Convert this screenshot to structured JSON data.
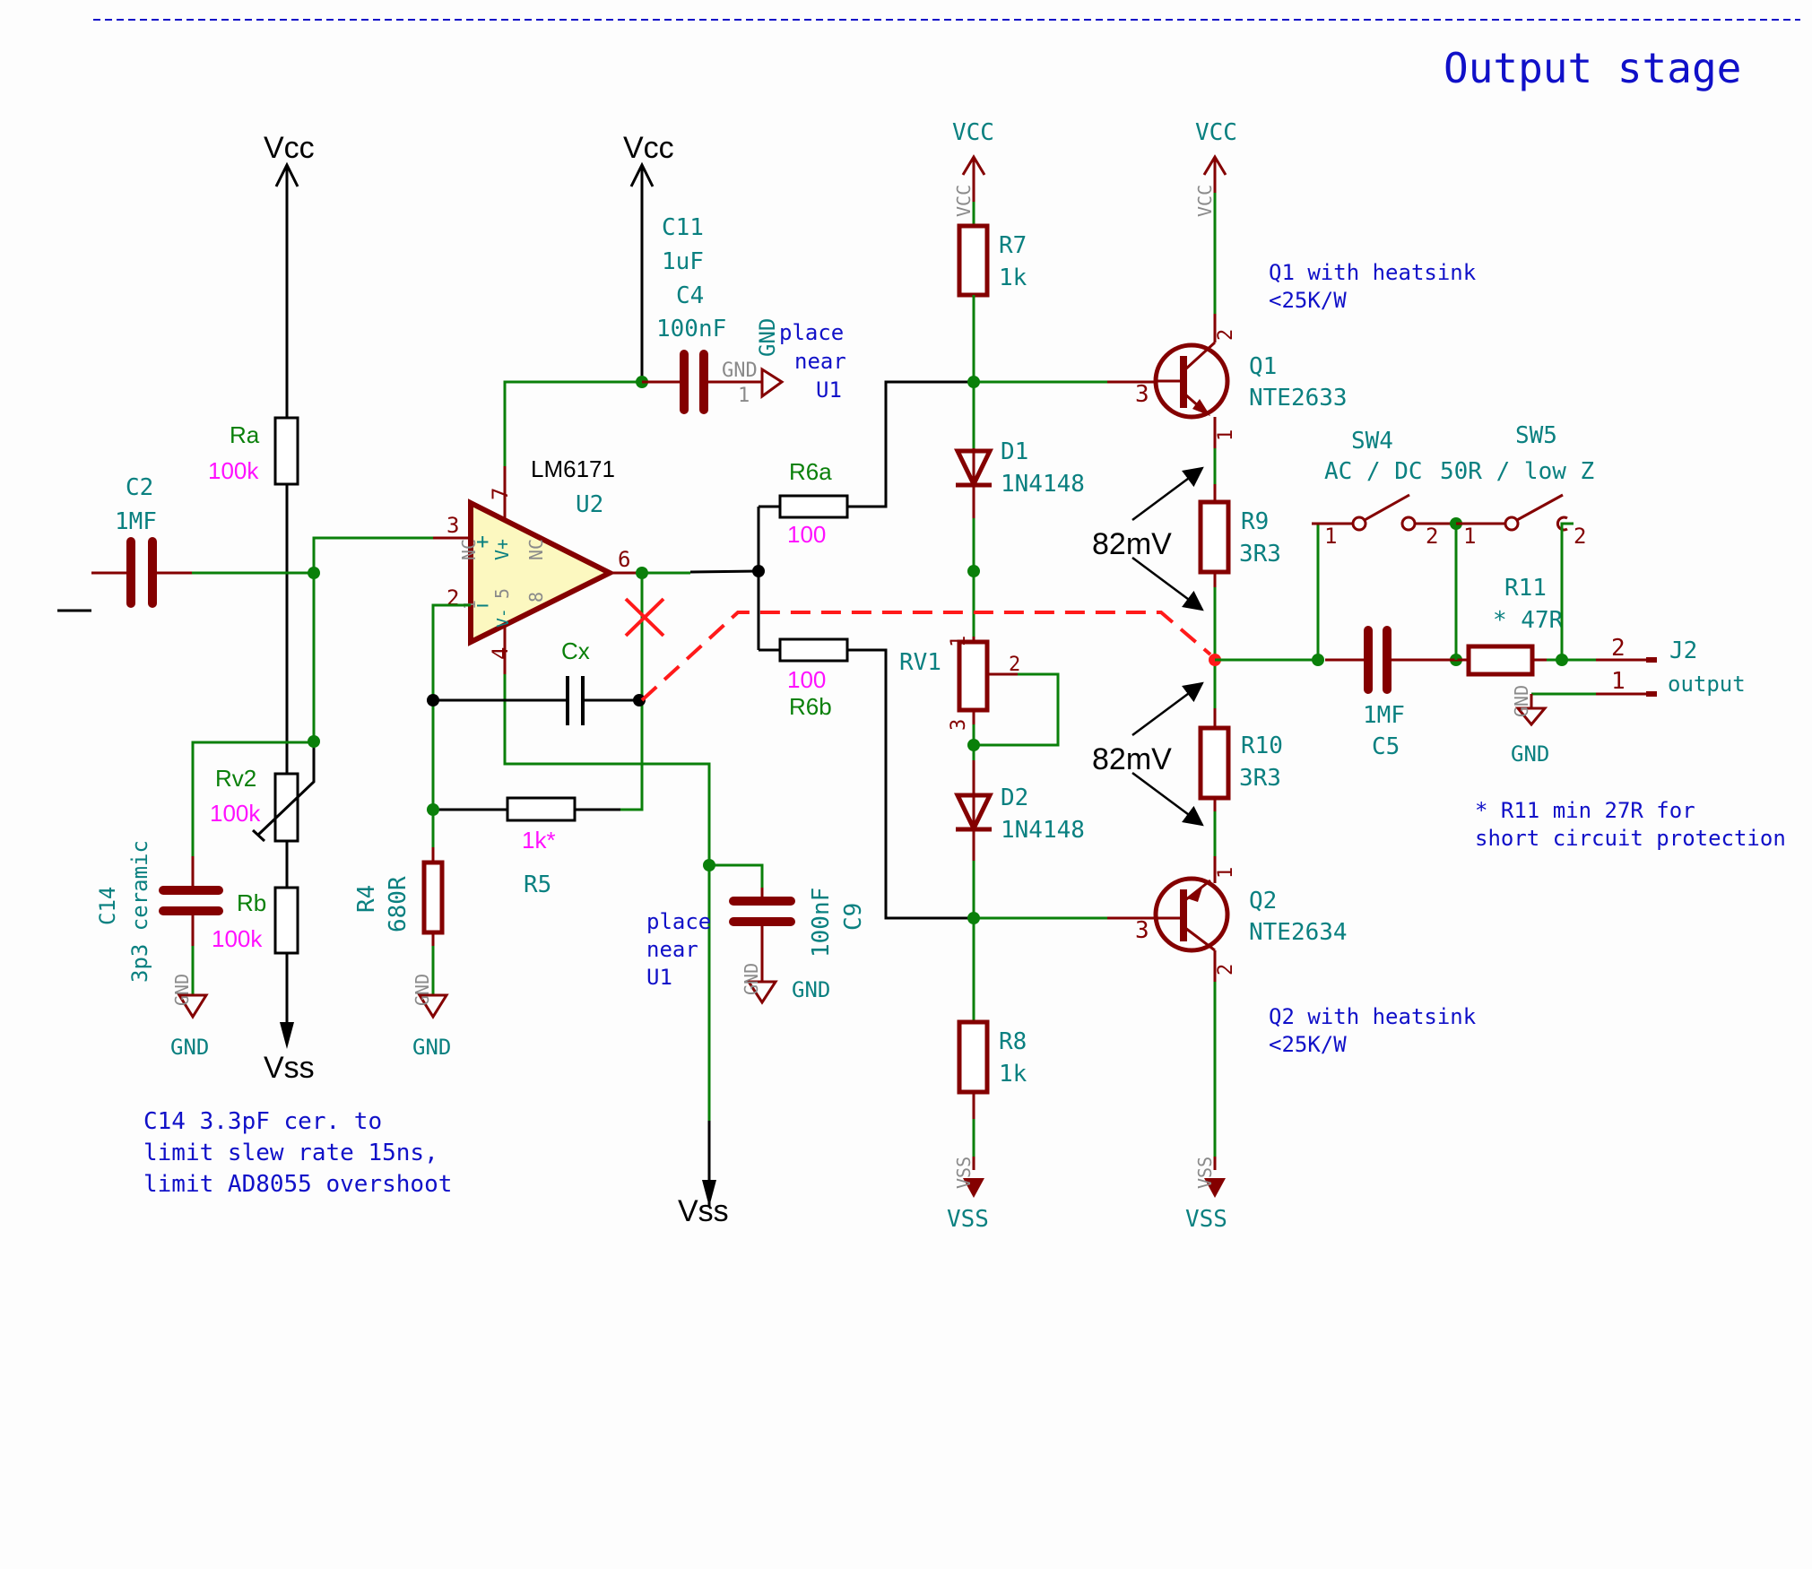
{
  "sheet": {
    "title": "Output stage"
  },
  "rails": {
    "vcc_left": "Vcc",
    "vcc_mid": "Vcc",
    "vss_left": "Vss",
    "vss_mid": "Vss",
    "vcc_r7": "VCC",
    "vcc_q1": "VCC",
    "vss_r8": "VSS",
    "vss_q2": "VSS",
    "pin_vcc": "VCC",
    "pin_vss": "VSS",
    "pin_1": "1"
  },
  "components": {
    "C2": {
      "ref": "C2",
      "value": "1MF"
    },
    "Ra": {
      "ref": "Ra",
      "value": "100k"
    },
    "Rv2": {
      "ref": "Rv2",
      "value": "100k"
    },
    "Rb": {
      "ref": "Rb",
      "value": "100k"
    },
    "C14": {
      "ref": "C14",
      "value": "3p3 ceramic"
    },
    "U2": {
      "ref": "U2",
      "value": "LM6171",
      "pins": {
        "p3": "3",
        "p2": "2",
        "p7": "7",
        "p4": "4",
        "p6": "6",
        "plus": "+",
        "minus": "−",
        "nc": "NC",
        "p1": "1",
        "p5": "5",
        "p8": "8",
        "vplus": "V+",
        "vminus": "V-"
      }
    },
    "C11": {
      "ref": "C11",
      "value": "1uF"
    },
    "C4": {
      "ref": "C4",
      "value": "100nF"
    },
    "Cx": {
      "ref": "Cx"
    },
    "R4": {
      "ref": "R4",
      "value": "680R"
    },
    "R5": {
      "ref": "R5",
      "value": "1k*"
    },
    "C9": {
      "ref": "C9",
      "value": "100nF"
    },
    "R6a": {
      "ref": "R6a",
      "value": "100"
    },
    "R6b": {
      "ref": "R6b",
      "value": "100"
    },
    "R7": {
      "ref": "R7",
      "value": "1k"
    },
    "D1": {
      "ref": "D1",
      "value": "1N4148"
    },
    "RV1": {
      "ref": "RV1",
      "pins": {
        "p1": "1",
        "p2": "2",
        "p3": "3"
      }
    },
    "D2": {
      "ref": "D2",
      "value": "1N4148"
    },
    "R8": {
      "ref": "R8",
      "value": "1k"
    },
    "Q1": {
      "ref": "Q1",
      "value": "NTE2633",
      "pins": {
        "b": "3",
        "c": "2",
        "e": "1"
      }
    },
    "Q2": {
      "ref": "Q2",
      "value": "NTE2634",
      "pins": {
        "b": "3",
        "c": "2",
        "e": "1"
      }
    },
    "R9": {
      "ref": "R9",
      "value": "3R3"
    },
    "R10": {
      "ref": "R10",
      "value": "3R3"
    },
    "C5": {
      "ref": "C5",
      "value": "1MF"
    },
    "R11": {
      "ref": "R11",
      "value": "* 47R"
    },
    "SW4": {
      "ref": "SW4",
      "value": "AC / DC",
      "pins": {
        "p1": "1",
        "p2": "2"
      }
    },
    "SW5": {
      "ref": "SW5",
      "value": "50R / low Z",
      "pins": {
        "p1": "1",
        "p2": "2"
      }
    },
    "J2": {
      "ref": "J2",
      "value": "output",
      "pins": {
        "p1": "1",
        "p2": "2"
      }
    }
  },
  "gnd": {
    "label": "GND",
    "pin_label": "GND",
    "pin_num": "1"
  },
  "annotations": {
    "place_near_1": [
      "place",
      "near",
      "U1"
    ],
    "place_near_2": [
      "place",
      "near",
      "U1"
    ],
    "q1_note": [
      "Q1 with heatsink",
      "<25K/W"
    ],
    "q2_note": [
      "Q2 with heatsink",
      "<25K/W"
    ],
    "r11_note": [
      "* R11 min 27R for",
      "short circuit protection"
    ],
    "c14_note": [
      "C14 3.3pF cer. to",
      "limit slew rate 15ns,",
      "limit  AD8055 overshoot"
    ],
    "vdrop_top": "82mV",
    "vdrop_bottom": "82mV"
  },
  "colors": {
    "wire": "#0a800a",
    "component": "#840000",
    "reference": "#0a8080",
    "note": "#1010c8",
    "markup_value": "#ff10ff",
    "markup_dashed": "#ff1a1a",
    "opamp_fill": "#fcf8c0"
  }
}
